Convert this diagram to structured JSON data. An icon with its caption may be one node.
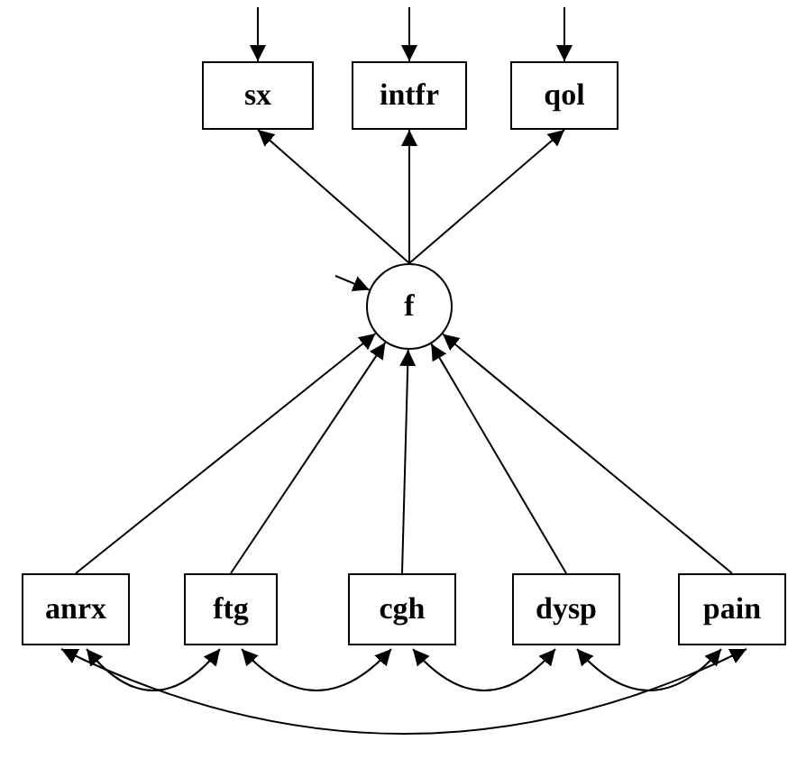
{
  "diagram": {
    "nodes": [
      {
        "text": [
          "sx"
        ]
      },
      {
        "text": [
          "intfr"
        ]
      },
      {
        "text": [
          "qol"
        ]
      },
      {
        "text": [
          "f"
        ]
      },
      {
        "text": [
          "anrx"
        ]
      },
      {
        "text": [
          "ftg"
        ]
      },
      {
        "text": [
          "cgh"
        ]
      },
      {
        "text": [
          "dysp"
        ]
      },
      {
        "text": [
          "pain"
        ]
      }
    ],
    "edges": [
      {
        "from": null,
        "to": 0,
        "arrow": "to"
      },
      {
        "from": null,
        "to": 1,
        "arrow": "to"
      },
      {
        "from": null,
        "to": 2,
        "arrow": "to"
      },
      {
        "from": 3,
        "to": 0,
        "arrow": "to"
      },
      {
        "from": 3,
        "to": 1,
        "arrow": "to"
      },
      {
        "from": 3,
        "to": 2,
        "arrow": "to"
      },
      {
        "from": null,
        "to": 3,
        "arrow": "to"
      },
      {
        "from": 4,
        "to": 3,
        "arrow": "to"
      },
      {
        "from": 5,
        "to": 3,
        "arrow": "to"
      },
      {
        "from": 6,
        "to": 3,
        "arrow": "to"
      },
      {
        "from": 7,
        "to": 3,
        "arrow": "to"
      },
      {
        "from": 8,
        "to": 3,
        "arrow": "to"
      },
      {
        "from": 4,
        "to": 5,
        "arrow": "both"
      },
      {
        "from": 5,
        "to": 6,
        "arrow": "both"
      },
      {
        "from": 6,
        "to": 7,
        "arrow": "both"
      },
      {
        "from": 7,
        "to": 8,
        "arrow": "both"
      },
      {
        "from": 4,
        "to": 8,
        "arrow": "both"
      }
    ]
  }
}
